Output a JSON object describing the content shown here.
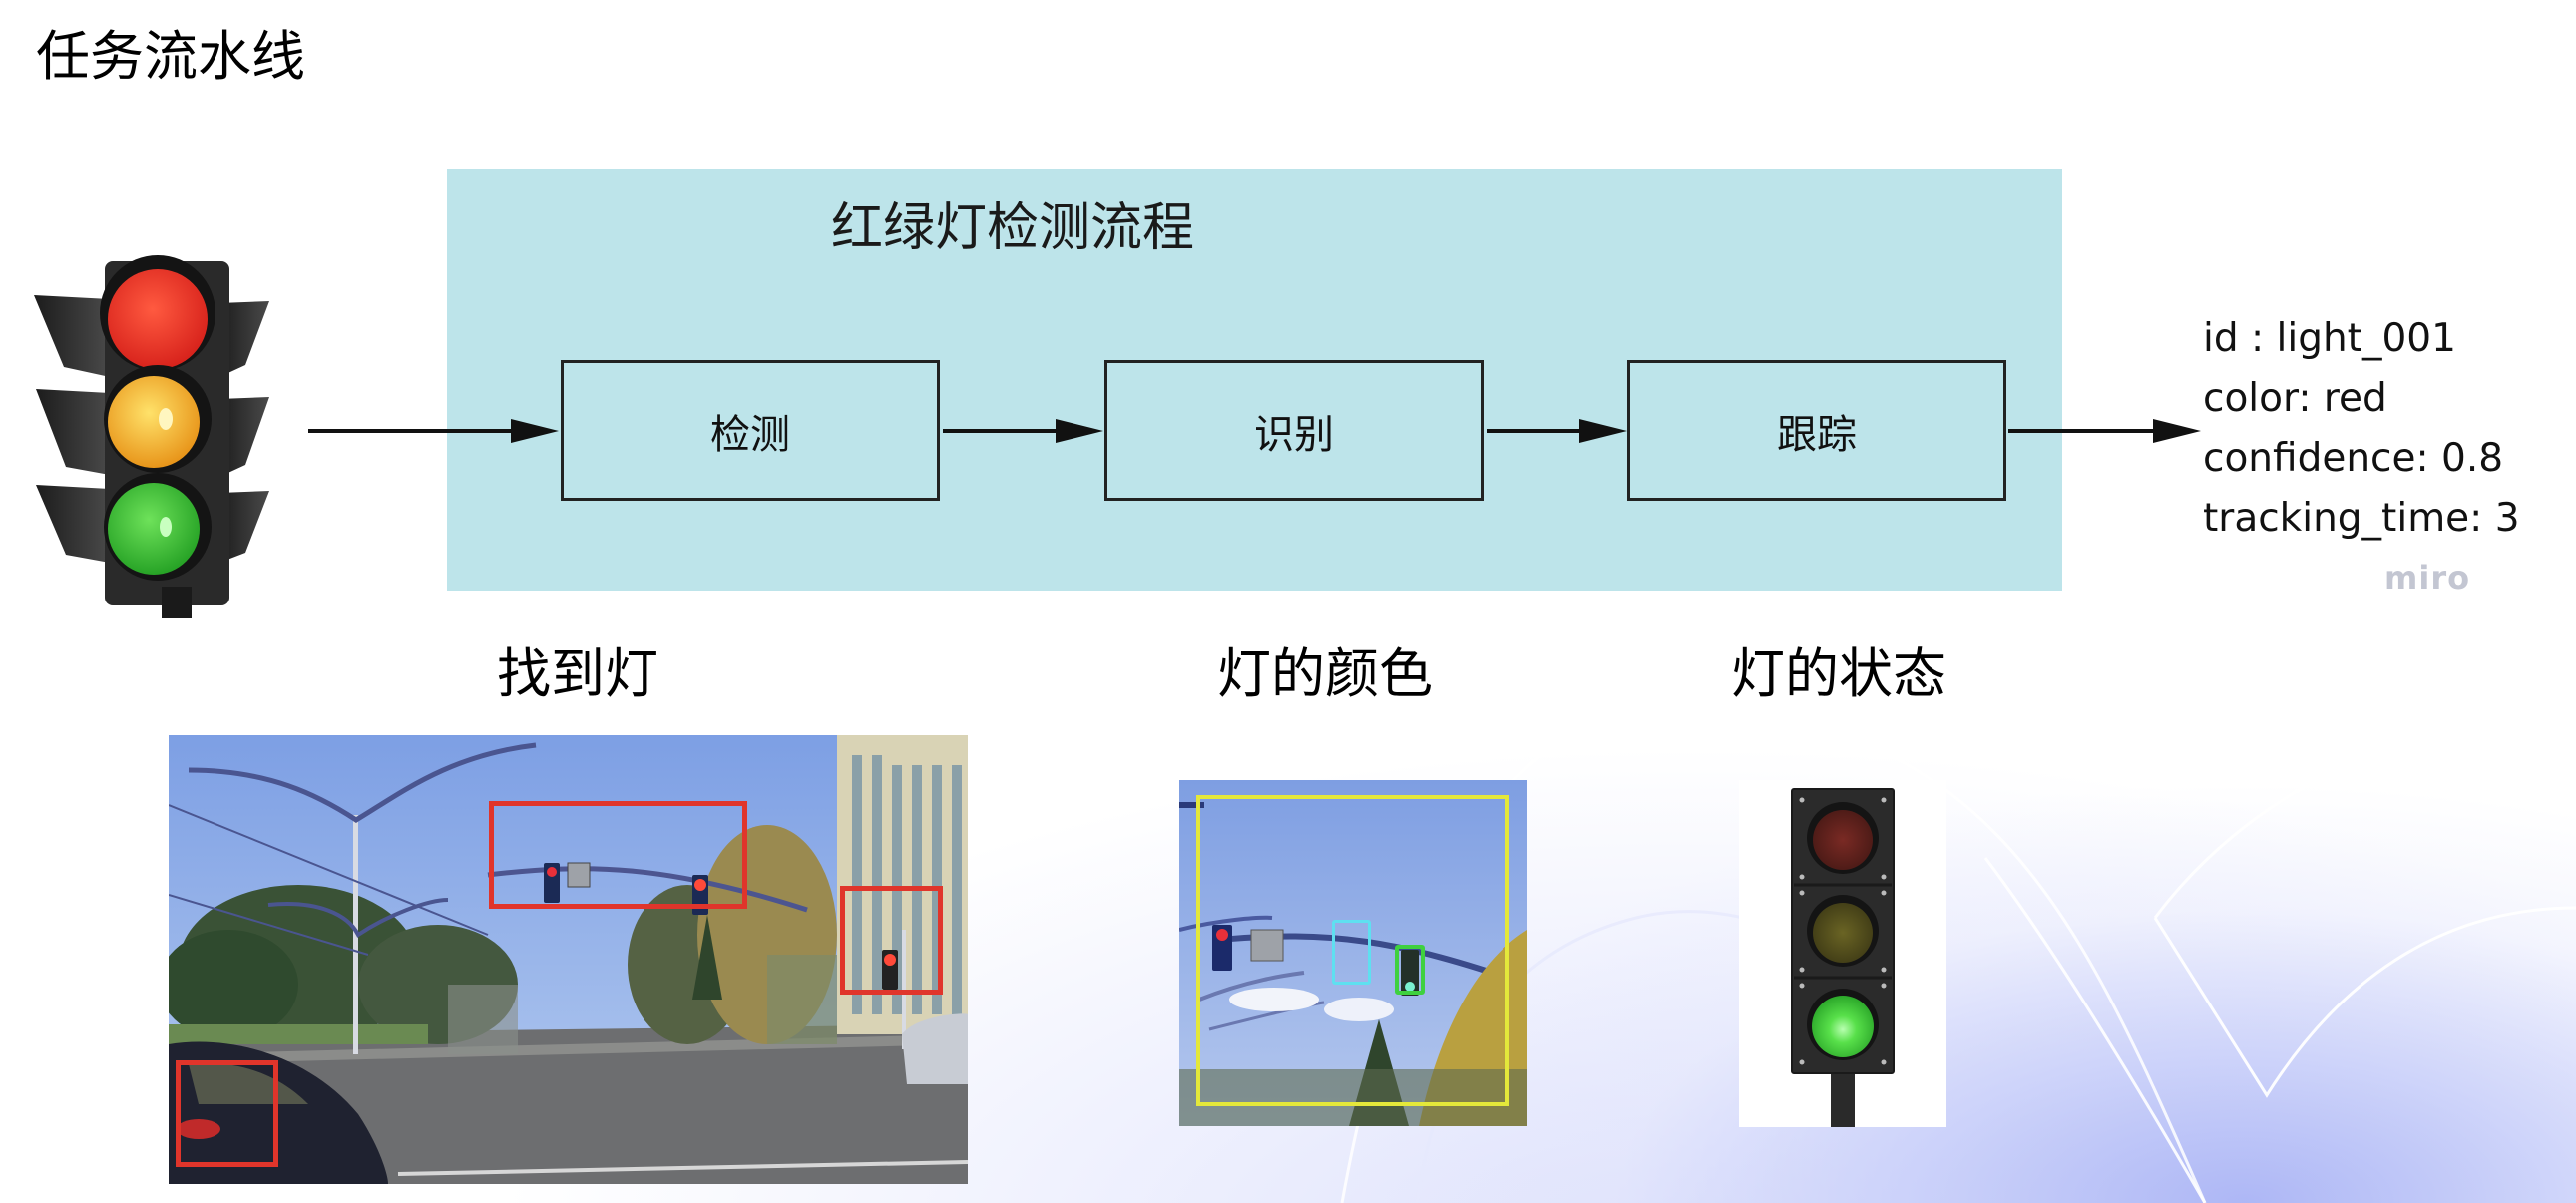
{
  "page": {
    "title": "任务流水线",
    "watermark": "miro"
  },
  "pipeline": {
    "title": "红绿灯检测流程",
    "panel_color": "#bde4ea",
    "steps": [
      {
        "label": "检测"
      },
      {
        "label": "识别"
      },
      {
        "label": "跟踪"
      }
    ]
  },
  "output": {
    "lines": [
      "id : light_001",
      "color: red",
      "confidence: 0.8",
      "tracking_time: 3"
    ]
  },
  "sections": [
    {
      "label": "找到灯",
      "image": "street-scene-detection-photo",
      "box_color": "#e0352b"
    },
    {
      "label": "灯的颜色",
      "image": "traffic-light-color-crop-photo",
      "box_colors": [
        "#e8e83a",
        "#5ee0f0",
        "#3fd13f"
      ]
    },
    {
      "label": "灯的状态",
      "image": "traffic-light-green-state-icon"
    }
  ],
  "colors": {
    "red_light": "#e8302a",
    "yellow_light": "#f0b020",
    "green_light": "#3ec13a"
  }
}
